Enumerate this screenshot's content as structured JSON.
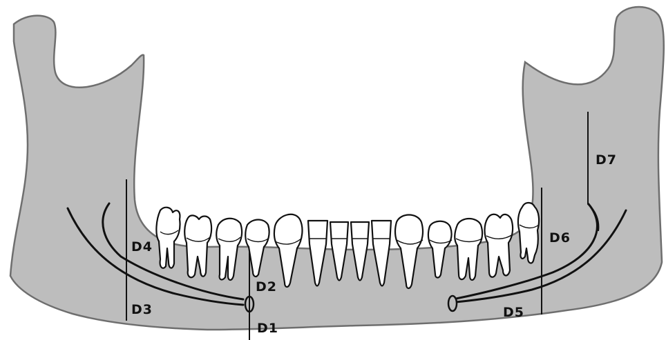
{
  "colors": {
    "bone": "#bdbdbd",
    "outline": "#6e6e6e",
    "tooth_fill": "#ffffff",
    "stroke": "#111111",
    "background": "#ffffff"
  },
  "labels": {
    "d1": "D1",
    "d2": "D2",
    "d3": "D3",
    "d4": "D4",
    "d5": "D5",
    "d6": "D6",
    "d7": "D7"
  }
}
